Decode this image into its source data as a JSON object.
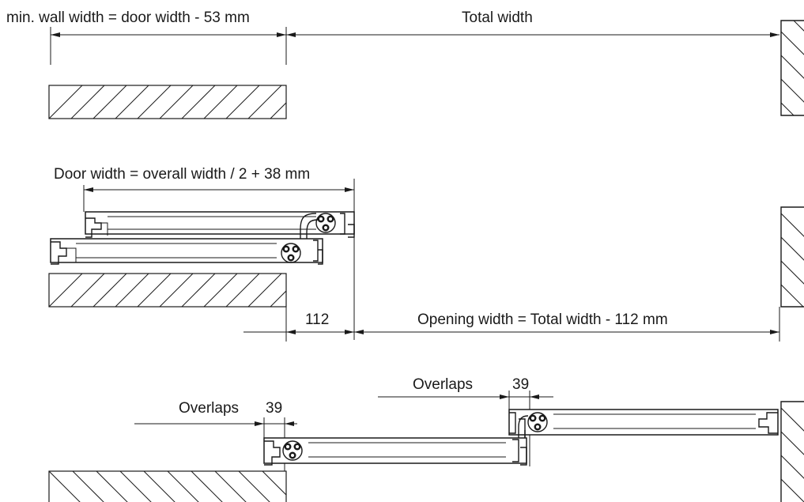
{
  "labels": {
    "min_wall_width": "min. wall width = door width - 53 mm",
    "total_width": "Total width",
    "door_width": "Door width = overall width / 2 + 38 mm",
    "offset_112": "112",
    "opening_width": "Opening width = Total width - 112 mm",
    "overlaps_left": "Overlaps",
    "overlaps_left_value": "39",
    "overlaps_right": "Overlaps",
    "overlaps_right_value": "39"
  },
  "colors": {
    "line": "#1a1a1a",
    "background": "#ffffff"
  }
}
